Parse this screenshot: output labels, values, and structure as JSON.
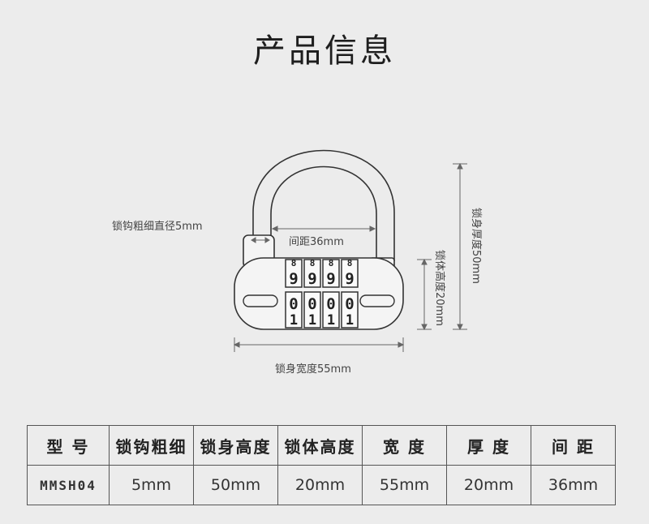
{
  "page_title": "产品信息",
  "diagram": {
    "shackle_diameter_label": "锁钩粗细直径5mm",
    "spacing_label": "间距36mm",
    "body_width_label": "锁身宽度55mm",
    "body_height_label": "锁体高度20mm",
    "body_thickness_label": "锁身厚度50mm",
    "dials": {
      "top_row": [
        "8",
        "8",
        "8",
        "8"
      ],
      "second_row": [
        "9",
        "9",
        "9",
        "9"
      ],
      "code_row": [
        "0",
        "0",
        "0",
        "0"
      ],
      "bottom_row": [
        "1",
        "1",
        "1",
        "1"
      ]
    }
  },
  "table": {
    "headers": [
      "型 号",
      "锁钩粗细",
      "锁身高度",
      "锁体高度",
      "宽 度",
      "厚 度",
      "间 距"
    ],
    "values": [
      "MMSH04",
      "5mm",
      "50mm",
      "20mm",
      "55mm",
      "20mm",
      "36mm"
    ]
  },
  "colors": {
    "background": "#ececec",
    "outline": "#333333",
    "dimension_line": "#666666"
  }
}
